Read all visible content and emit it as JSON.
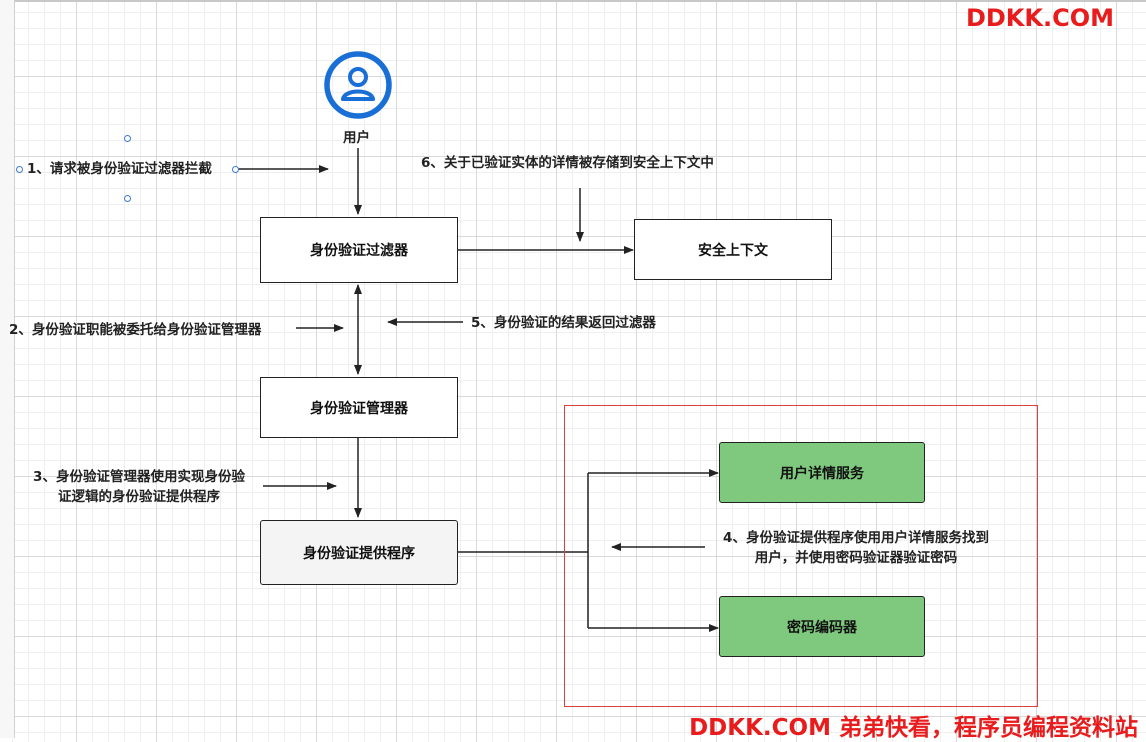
{
  "watermark_top": "DDKK.COM",
  "watermark_bottom": "DDKK.COM 弟弟快看，程序员编程资料站",
  "nodes": {
    "user": "用户",
    "auth_filter": "身份验证过滤器",
    "security_context": "安全上下文",
    "auth_manager": "身份验证管理器",
    "auth_provider": "身份验证提供程序",
    "user_details_service": "用户详情服务",
    "password_encoder": "密码编码器"
  },
  "steps": {
    "step1": "1、请求被身份验证过滤器拦截",
    "step2": "2、身份验证职能被委托给身份验证管理器",
    "step3_line1": "3、身份验证管理器使用实现身份验",
    "step3_line2": "证逻辑的身份验证提供程序",
    "step4_line1": "4、身份验证提供程序使用用户详情服务找到",
    "step4_line2": "用户，并使用密码验证器验证密码",
    "step5": "5、身份验证的结果返回过滤器",
    "step6": "6、关于已验证实体的详情被存储到安全上下文中"
  },
  "colors": {
    "watermark": "#e81c1c",
    "user_icon": "#1a6fd6",
    "green_box": "#7fc97f",
    "frame": "#d94040"
  },
  "icons": [
    "user-icon"
  ]
}
